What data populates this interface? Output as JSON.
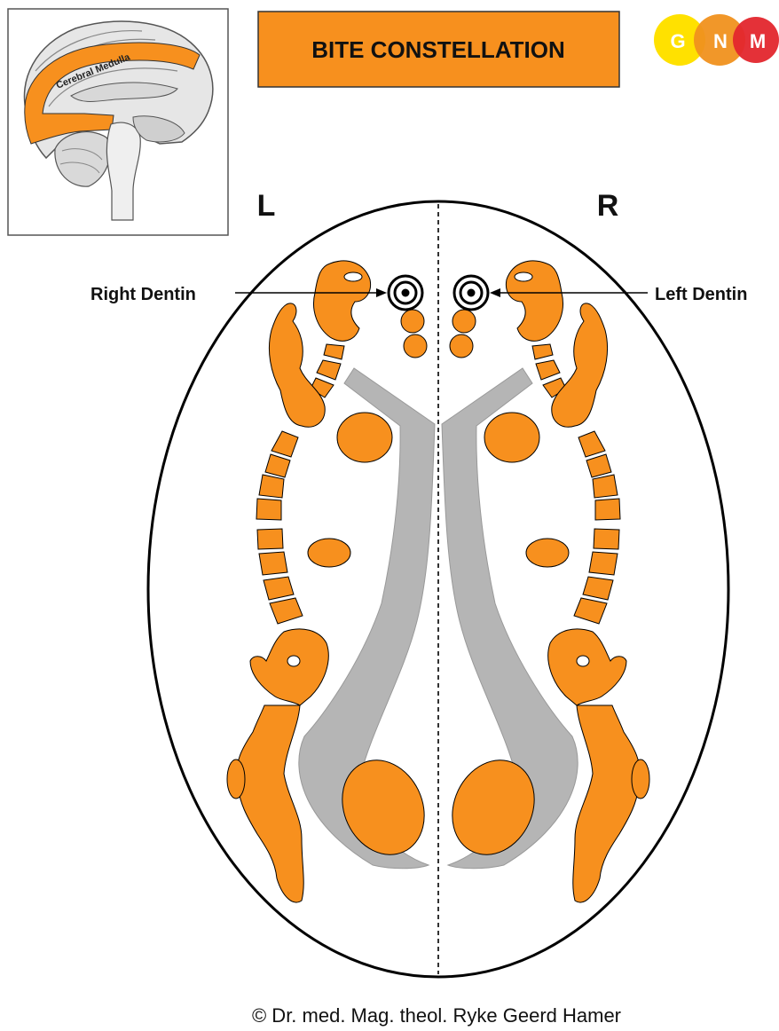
{
  "title": "BITE CONSTELLATION",
  "inset": {
    "caption": "Cerebral Medulla"
  },
  "logo": {
    "letters": [
      "G",
      "N",
      "M"
    ],
    "colors": [
      "#ffe100",
      "#f0911e",
      "#e3262d"
    ]
  },
  "sides": {
    "left": "L",
    "right": "R"
  },
  "labels": {
    "right_dentin": "Right Dentin",
    "left_dentin": "Left Dentin"
  },
  "copyright": "© Dr. med. Mag. theol. Ryke Geerd Hamer",
  "colors": {
    "relay": "#f7901e",
    "ventricle": "#b5b5b5",
    "outline": "#000000",
    "title_box": "#f7901e"
  }
}
